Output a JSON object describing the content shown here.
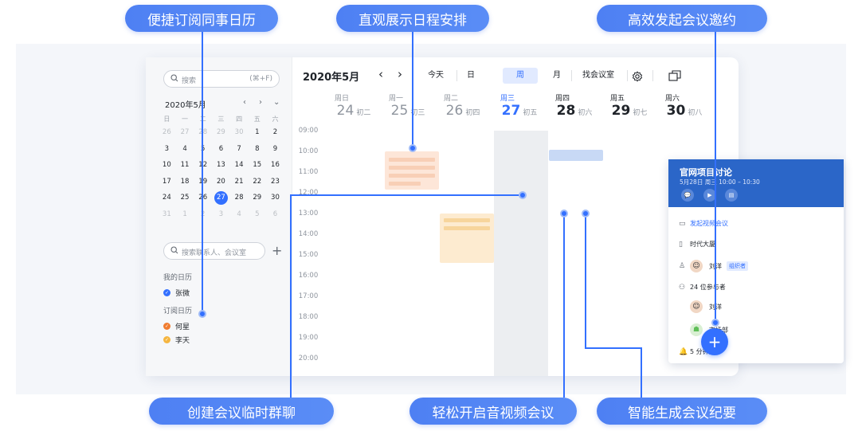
{
  "callouts": {
    "subscribe": "便捷订阅同事日历",
    "overview": "直观展示日程安排",
    "invite": "高效发起会议邀约",
    "groupchat": "创建会议临时群聊",
    "video": "轻松开启音视频会议",
    "minutes": "智能生成会议纪要"
  },
  "sidebar": {
    "search_placeholder": "搜索",
    "search_shortcut": "(⌘+F)",
    "mini_calendar": {
      "title": "2020年5月",
      "weekdays": [
        "日",
        "一",
        "二",
        "三",
        "四",
        "五",
        "六"
      ],
      "weeks": [
        [
          "26",
          "27",
          "28",
          "29",
          "30",
          "1",
          "2"
        ],
        [
          "3",
          "4",
          "5",
          "6",
          "7",
          "8",
          "9"
        ],
        [
          "10",
          "11",
          "12",
          "13",
          "14",
          "15",
          "16"
        ],
        [
          "17",
          "18",
          "19",
          "20",
          "21",
          "22",
          "23"
        ],
        [
          "24",
          "25",
          "26",
          "27",
          "28",
          "29",
          "30"
        ],
        [
          "31",
          "1",
          "2",
          "3",
          "4",
          "5",
          "6"
        ]
      ],
      "today": "27"
    },
    "contact_search_placeholder": "搜索联系人、会议室",
    "my_calendars_title": "我的日历",
    "my_calendars": [
      {
        "name": "张微",
        "color": "#3370ff"
      }
    ],
    "subscribed_title": "订阅日历",
    "subscribed": [
      {
        "name": "何星",
        "color": "#f07c30"
      },
      {
        "name": "李天",
        "color": "#f5b53f"
      }
    ]
  },
  "toolbar": {
    "month_title": "2020年5月",
    "prev": "〈",
    "next": "〉",
    "today": "今天",
    "day": "日",
    "week": "周",
    "month": "月",
    "find_room": "找会议室"
  },
  "week_days": [
    {
      "weekday": "周日",
      "date": "24",
      "lunar": "初二"
    },
    {
      "weekday": "周一",
      "date": "25",
      "lunar": "初三"
    },
    {
      "weekday": "周二",
      "date": "26",
      "lunar": "初四"
    },
    {
      "weekday": "周三",
      "date": "27",
      "lunar": "初五"
    },
    {
      "weekday": "周四",
      "date": "28",
      "lunar": "初六"
    },
    {
      "weekday": "周五",
      "date": "29",
      "lunar": "初七"
    },
    {
      "weekday": "周六",
      "date": "30",
      "lunar": "初八"
    }
  ],
  "hours": [
    "09:00",
    "10:00",
    "11:00",
    "12:00",
    "13:00",
    "14:00",
    "15:00",
    "16:00",
    "17:00",
    "18:00",
    "19:00",
    "20:00"
  ],
  "event_popup": {
    "title": "官网项目讨论",
    "time": "5月28日 周三 10:00 – 10:30",
    "video_link": "发起视频会议",
    "location": "时代大厦",
    "organizer": "刘洋",
    "organizer_tag": "组织者",
    "attendee_count": "24 位参与者",
    "attendees": [
      "刘洋",
      "市场部"
    ],
    "reminder": "5 分钟前"
  },
  "colors": {
    "accent": "#3370ff",
    "popup_header": "#2b66c8"
  }
}
